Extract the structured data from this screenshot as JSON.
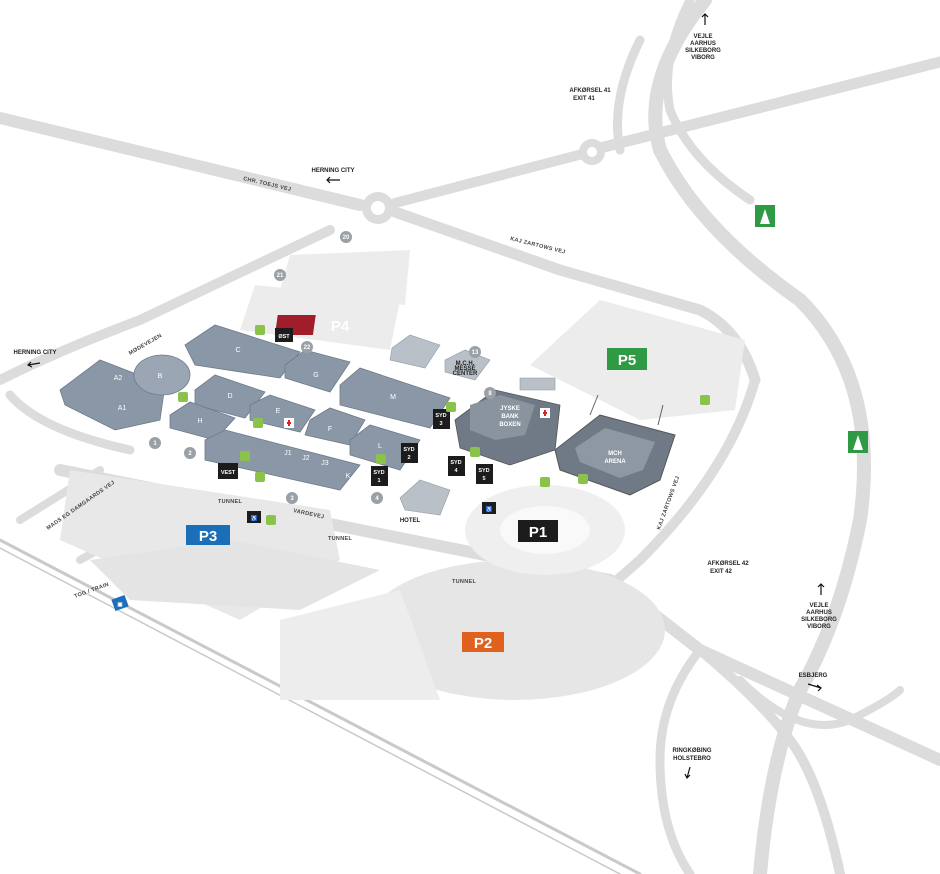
{
  "destinations": {
    "north_top": [
      "VEJLE",
      "AARHUS",
      "SILKEBORG",
      "VIBORG"
    ],
    "exit41": [
      "AFKØRSEL 41",
      "EXIT 41"
    ],
    "herning_city_top": "HERNING CITY",
    "herning_city_left": "HERNING CITY",
    "exit42": [
      "AFKØRSEL 42",
      "EXIT 42"
    ],
    "north_right": [
      "VEJLE",
      "AARHUS",
      "SILKEBORG",
      "VIBORG"
    ],
    "esbjerg": "ESBJERG",
    "south": [
      "RINGKØBING",
      "HOLSTEBRO"
    ]
  },
  "roads": {
    "chr_toejs_vej": "CHR. TOEJS VEJ",
    "kaj_zartows_vej_north": "KAJ ZARTOWS VEJ",
    "kaj_zartows_vej_east": "KAJ ZARTOWS VEJ",
    "mode_vej": "MØDEVEJEN",
    "vardevej": "VARDEVEJ",
    "mads_eg": "MADS EG DAMGAARDS VEJ"
  },
  "parking": {
    "p1": "P1",
    "p2": "P2",
    "p3": "P3",
    "p4": "P4",
    "p5": "P5"
  },
  "colors": {
    "p1": "#1c1c1c",
    "p2": "#e0601e",
    "p3": "#1a6fb8",
    "p4": "#a01e2c",
    "p5": "#2f9a44",
    "motorway": "#2f9a44",
    "road": "#dcdcdc",
    "building": "#8a97a6"
  },
  "halls": {
    "a1": "A1",
    "a2": "A2",
    "b": "B",
    "c": "C",
    "d": "D",
    "e": "E",
    "f": "F",
    "g": "G",
    "h": "H",
    "j1": "J1",
    "j2": "J2",
    "j3": "J3",
    "k": "K",
    "l": "L",
    "m": "M"
  },
  "entrances": {
    "ost": "ØST",
    "vest": "VEST",
    "syd1": [
      "SYD",
      "1"
    ],
    "syd2": [
      "SYD",
      "2"
    ],
    "syd3": [
      "SYD",
      "3"
    ],
    "syd4": [
      "SYD",
      "4"
    ],
    "syd5": [
      "SYD",
      "5"
    ]
  },
  "venues": {
    "jyske_bank_boxen": [
      "JYSKE",
      "BANK",
      "BOXEN"
    ],
    "mch_arena": [
      "MCH",
      "ARENA"
    ],
    "hotel": "HOTEL",
    "small_bld": [
      "M.C.H.",
      "MESSE",
      "CENTER"
    ]
  },
  "tunnels": {
    "t1": "TUNNEL",
    "t2": "TUNNEL",
    "t3": "TUNNEL"
  },
  "gates": [
    "1",
    "2",
    "3",
    "4",
    "8",
    "13",
    "20",
    "21",
    "22"
  ],
  "train": "TOG / TRAIN",
  "icons": [
    "motorway-icon",
    "first-aid-icon",
    "wheelchair-icon",
    "electric-car-icon",
    "train-icon"
  ]
}
